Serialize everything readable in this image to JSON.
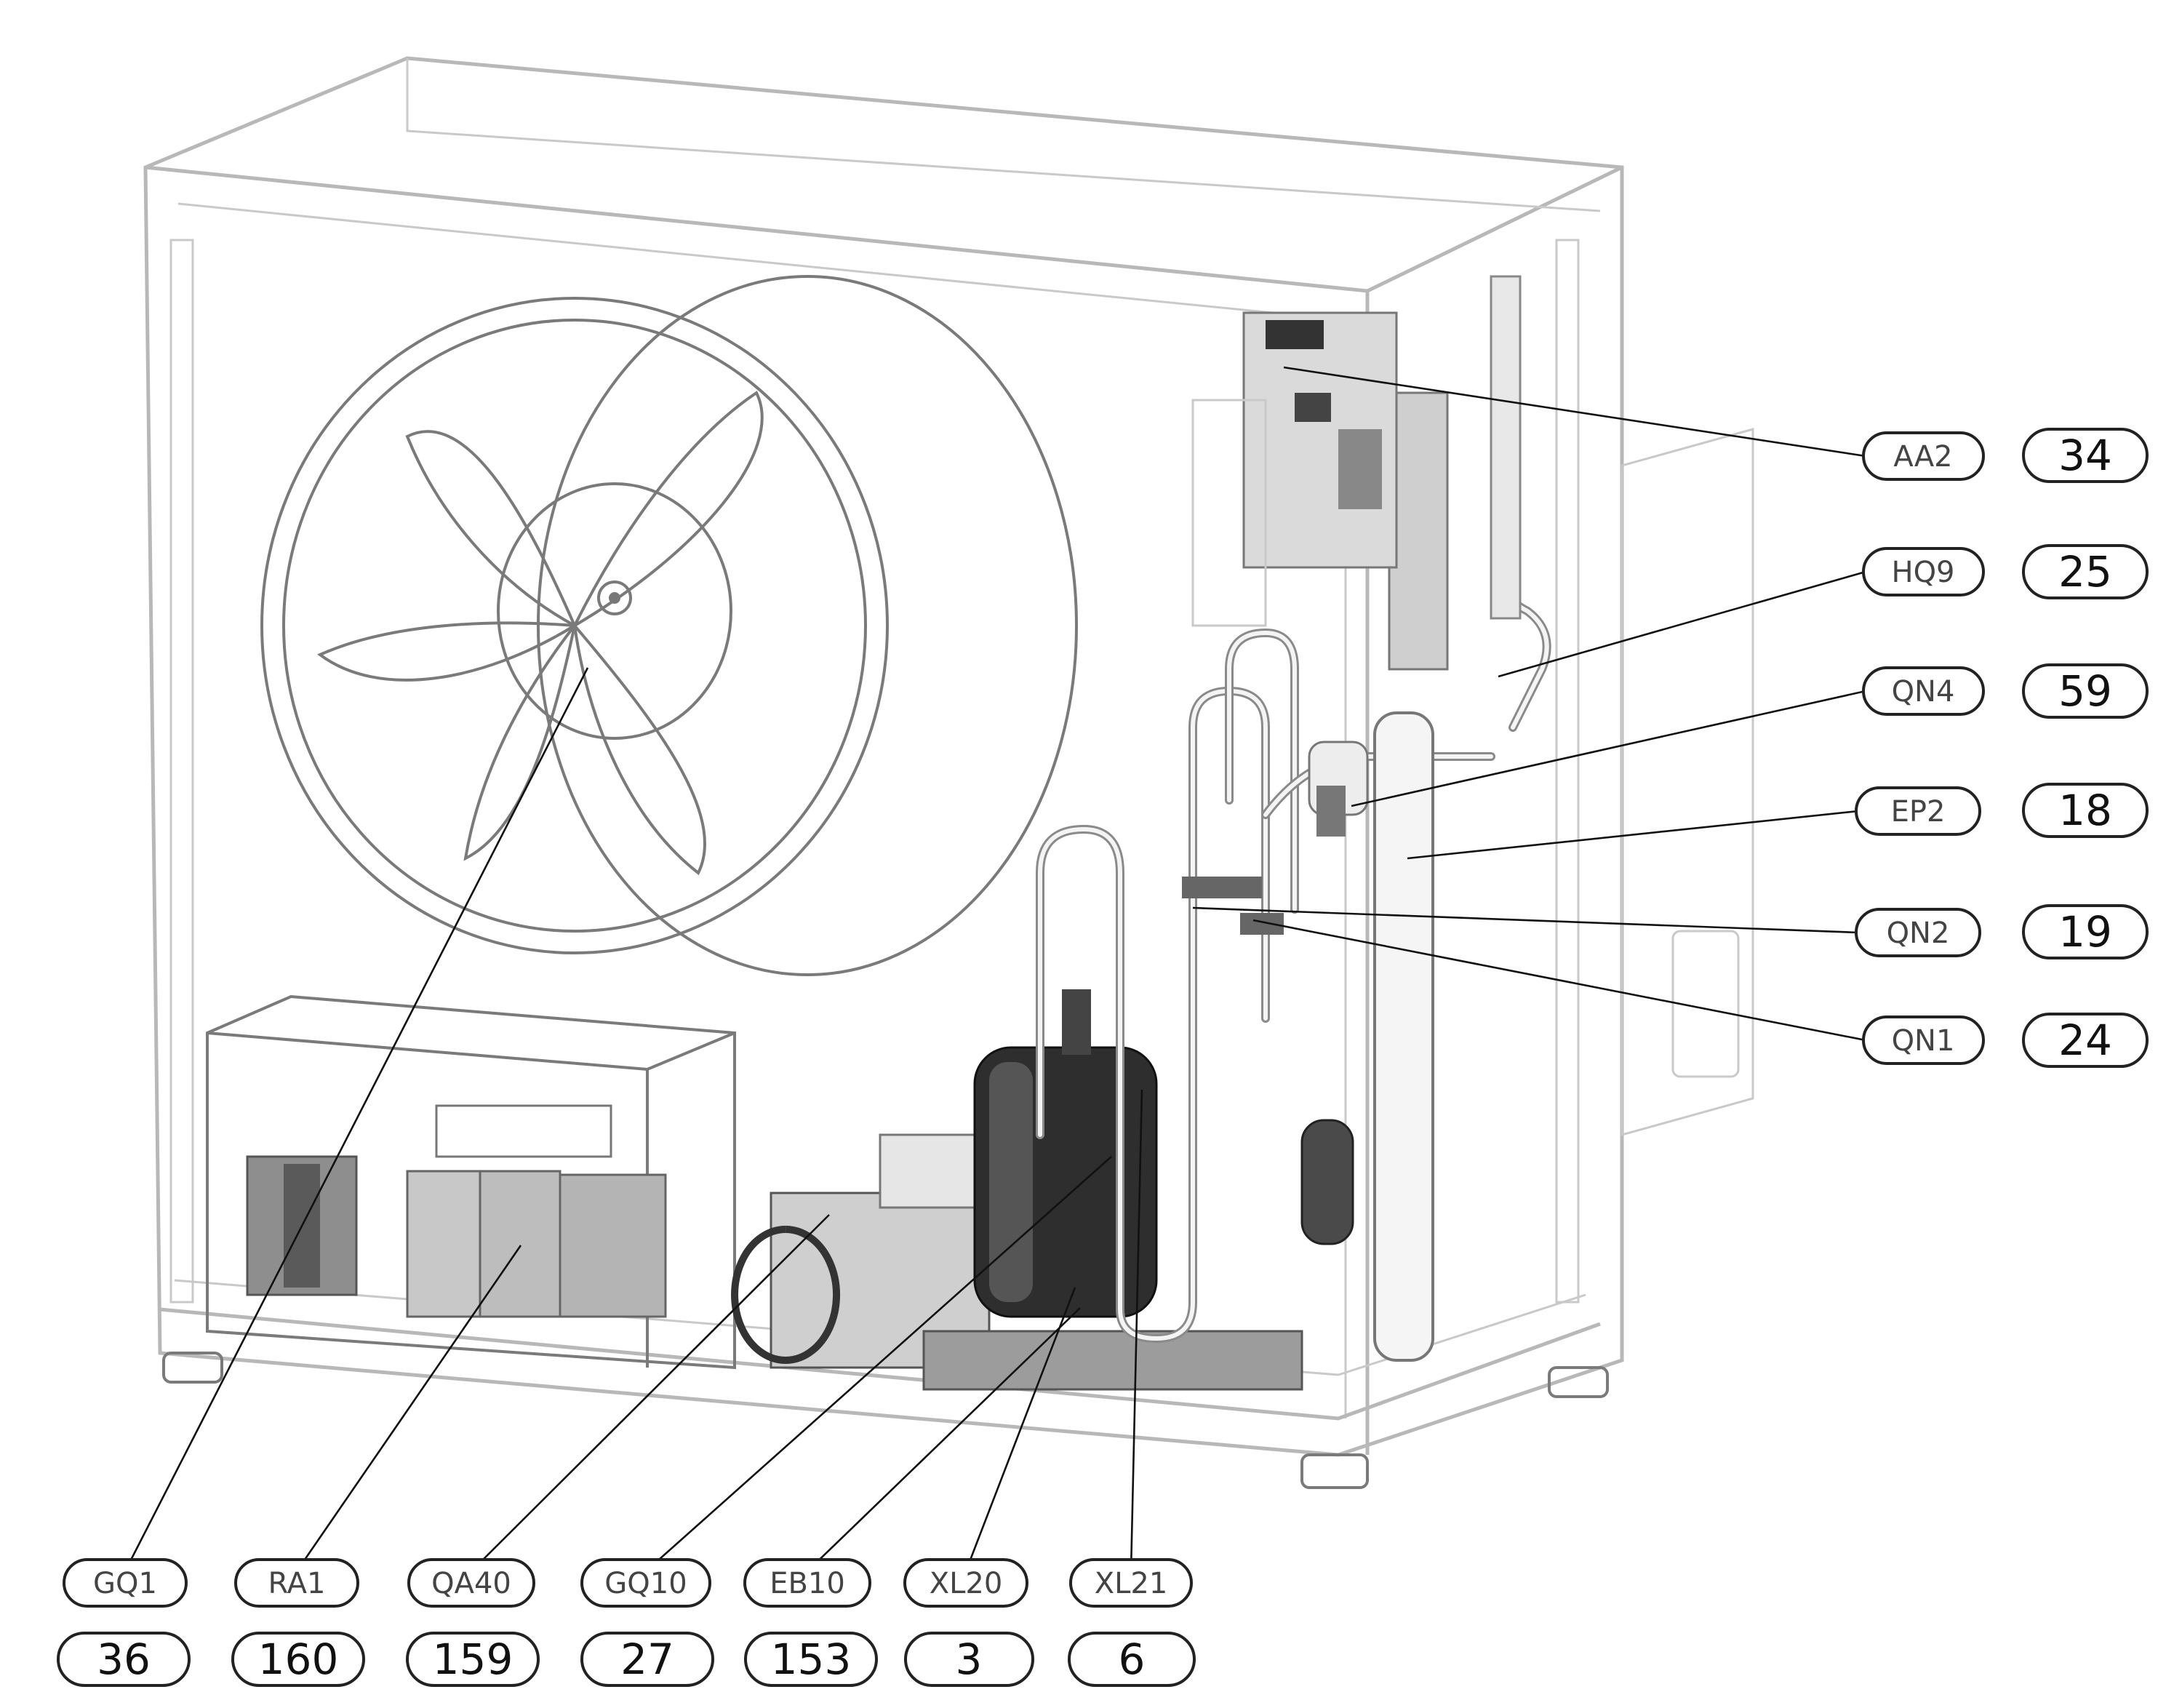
{
  "callouts": {
    "right": [
      {
        "code": "AA2",
        "number": "34"
      },
      {
        "code": "HQ9",
        "number": "25"
      },
      {
        "code": "QN4",
        "number": "59"
      },
      {
        "code": "EP2",
        "number": "18"
      },
      {
        "code": "QN2",
        "number": "19"
      },
      {
        "code": "QN1",
        "number": "24"
      }
    ],
    "bottom": [
      {
        "code": "GQ1",
        "number": "36"
      },
      {
        "code": "RA1",
        "number": "160"
      },
      {
        "code": "QA40",
        "number": "159"
      },
      {
        "code": "GQ10",
        "number": "27"
      },
      {
        "code": "EB10",
        "number": "153"
      },
      {
        "code": "XL20",
        "number": "3"
      },
      {
        "code": "XL21",
        "number": "6"
      }
    ]
  }
}
